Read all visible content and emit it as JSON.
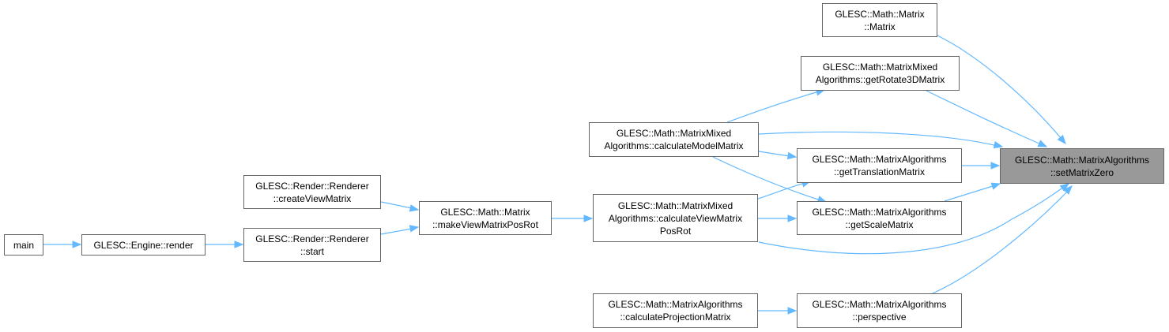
{
  "diagram": {
    "edge_color": "#63b8ff",
    "nodes": [
      {
        "id": "n0",
        "lines": [
          "GLESC::Math::MatrixAlgorithms",
          "::setMatrixZero"
        ],
        "current": true
      },
      {
        "id": "n1",
        "lines": [
          "GLESC::Math::Matrix",
          "::Matrix"
        ]
      },
      {
        "id": "n2",
        "lines": [
          "GLESC::Math::MatrixMixed",
          "Algorithms::getRotate3DMatrix"
        ]
      },
      {
        "id": "n3",
        "lines": [
          "GLESC::Math::MatrixMixed",
          "Algorithms::calculateModelMatrix"
        ]
      },
      {
        "id": "n4",
        "lines": [
          "GLESC::Math::MatrixAlgorithms",
          "::getTranslationMatrix"
        ]
      },
      {
        "id": "n5",
        "lines": [
          "GLESC::Math::MatrixMixed",
          "Algorithms::calculateViewMatrix",
          "PosRot"
        ]
      },
      {
        "id": "n6",
        "lines": [
          "GLESC::Math::MatrixAlgorithms",
          "::getScaleMatrix"
        ]
      },
      {
        "id": "n7",
        "lines": [
          "GLESC::Math::Matrix",
          "::makeViewMatrixPosRot"
        ]
      },
      {
        "id": "n8",
        "lines": [
          "GLESC::Render::Renderer",
          "::createViewMatrix"
        ]
      },
      {
        "id": "n9",
        "lines": [
          "GLESC::Render::Renderer",
          "::start"
        ]
      },
      {
        "id": "n10",
        "lines": [
          "GLESC::Engine::render"
        ]
      },
      {
        "id": "n11",
        "lines": [
          "main"
        ]
      },
      {
        "id": "n12",
        "lines": [
          "GLESC::Math::MatrixAlgorithms",
          "::calculateProjectionMatrix"
        ]
      },
      {
        "id": "n13",
        "lines": [
          "GLESC::Math::MatrixAlgorithms",
          "::perspective"
        ]
      }
    ],
    "edges": [
      {
        "from": "n1",
        "to": "n0"
      },
      {
        "from": "n2",
        "to": "n0"
      },
      {
        "from": "n3",
        "to": "n0"
      },
      {
        "from": "n4",
        "to": "n0"
      },
      {
        "from": "n6",
        "to": "n0"
      },
      {
        "from": "n5",
        "to": "n0"
      },
      {
        "from": "n13",
        "to": "n0"
      },
      {
        "from": "n3",
        "to": "n2"
      },
      {
        "from": "n3",
        "to": "n4"
      },
      {
        "from": "n3",
        "to": "n6"
      },
      {
        "from": "n5",
        "to": "n4"
      },
      {
        "from": "n5",
        "to": "n6"
      },
      {
        "from": "n7",
        "to": "n5"
      },
      {
        "from": "n8",
        "to": "n7"
      },
      {
        "from": "n9",
        "to": "n7"
      },
      {
        "from": "n10",
        "to": "n9"
      },
      {
        "from": "n11",
        "to": "n10"
      },
      {
        "from": "n12",
        "to": "n13"
      }
    ]
  }
}
